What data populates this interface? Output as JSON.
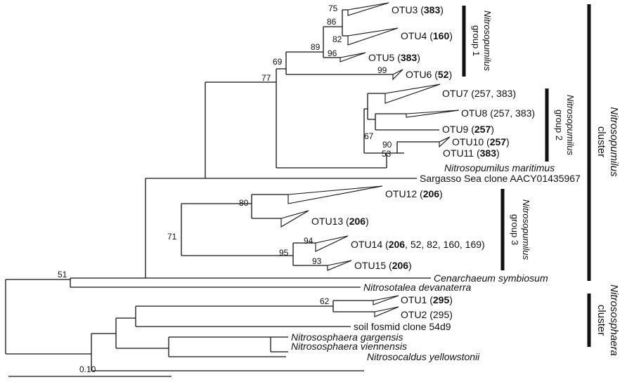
{
  "taxa": [
    {
      "id": "otu3",
      "parts": [
        {
          "t": "OTU3 ("
        },
        {
          "t": "383",
          "b": true
        },
        {
          "t": ")"
        }
      ]
    },
    {
      "id": "otu4",
      "parts": [
        {
          "t": "OTU4 ("
        },
        {
          "t": "160",
          "b": true
        },
        {
          "t": ")"
        }
      ]
    },
    {
      "id": "otu5",
      "parts": [
        {
          "t": "OTU5 ("
        },
        {
          "t": "383",
          "b": true
        },
        {
          "t": ")"
        }
      ]
    },
    {
      "id": "otu6",
      "parts": [
        {
          "t": "OTU6 ("
        },
        {
          "t": "52",
          "b": true
        },
        {
          "t": ")"
        }
      ]
    },
    {
      "id": "otu7",
      "parts": [
        {
          "t": "OTU7 (257, 383)"
        }
      ]
    },
    {
      "id": "otu8",
      "parts": [
        {
          "t": "OTU8 (257, 383)"
        }
      ]
    },
    {
      "id": "otu9",
      "parts": [
        {
          "t": "OTU9 ("
        },
        {
          "t": "257",
          "b": true
        },
        {
          "t": ")"
        }
      ]
    },
    {
      "id": "otu10",
      "parts": [
        {
          "t": "OTU10 ("
        },
        {
          "t": "257",
          "b": true
        },
        {
          "t": ")"
        }
      ]
    },
    {
      "id": "otu11",
      "parts": [
        {
          "t": "OTU11 ("
        },
        {
          "t": "383",
          "b": true
        },
        {
          "t": ")"
        }
      ]
    },
    {
      "id": "maritimus",
      "parts": [
        {
          "t": "Nitrosopumilus maritimus",
          "i": true
        }
      ]
    },
    {
      "id": "sargasso",
      "parts": [
        {
          "t": "Sargasso Sea clone AACY01435967"
        }
      ]
    },
    {
      "id": "otu12",
      "parts": [
        {
          "t": "OTU12 ("
        },
        {
          "t": "206",
          "b": true
        },
        {
          "t": ")"
        }
      ]
    },
    {
      "id": "otu13",
      "parts": [
        {
          "t": "OTU13 ("
        },
        {
          "t": "206",
          "b": true
        },
        {
          "t": ")"
        }
      ]
    },
    {
      "id": "otu14",
      "parts": [
        {
          "t": "OTU14 ("
        },
        {
          "t": "206",
          "b": true
        },
        {
          "t": ", 52, 82, 160, 169)"
        }
      ]
    },
    {
      "id": "otu15",
      "parts": [
        {
          "t": "OTU15 ("
        },
        {
          "t": "206",
          "b": true
        },
        {
          "t": ")"
        }
      ]
    },
    {
      "id": "cenarchaeum",
      "parts": [
        {
          "t": "Cenarchaeum symbiosum",
          "i": true
        }
      ]
    },
    {
      "id": "nitrosotalea",
      "parts": [
        {
          "t": "Nitrosotalea devanaterra",
          "i": true
        }
      ]
    },
    {
      "id": "otu1",
      "parts": [
        {
          "t": "OTU1 ("
        },
        {
          "t": "295",
          "b": true
        },
        {
          "t": ")"
        }
      ]
    },
    {
      "id": "otu2",
      "parts": [
        {
          "t": "OTU2 (295)"
        }
      ]
    },
    {
      "id": "fosmid",
      "parts": [
        {
          "t": "soil fosmid clone 54d9"
        }
      ]
    },
    {
      "id": "gargensis",
      "parts": [
        {
          "t": "Nitrososphaera gargensis",
          "i": true
        }
      ]
    },
    {
      "id": "viennensis",
      "parts": [
        {
          "t": "Nitrososphaera viennensis",
          "i": true
        }
      ]
    },
    {
      "id": "yellowstonii",
      "parts": [
        {
          "t": "Nitrosocaldus yellowstonii",
          "i": true
        }
      ]
    }
  ],
  "bootstrap": [
    "75",
    "86",
    "82",
    "89",
    "96",
    "99",
    "69",
    "77",
    "90",
    "67",
    "53",
    "80",
    "94",
    "95",
    "93",
    "71",
    "51",
    "62"
  ],
  "groups": [
    {
      "id": "group1",
      "name": "Nitrosopumilus",
      "label": "group 1"
    },
    {
      "id": "group2",
      "name": "Nitrosopumilus",
      "label": "group 2"
    },
    {
      "id": "group3",
      "name": "Nitrosopumilus",
      "label": "group 3"
    }
  ],
  "clusters": [
    {
      "id": "nitrosopumilus-cluster",
      "name": "Nitrosopumilus",
      "label": "cluster"
    },
    {
      "id": "nitrososphaera-cluster",
      "name": "Nitrososphaera",
      "label": "cluster"
    }
  ],
  "scale": {
    "label": "0.10"
  }
}
